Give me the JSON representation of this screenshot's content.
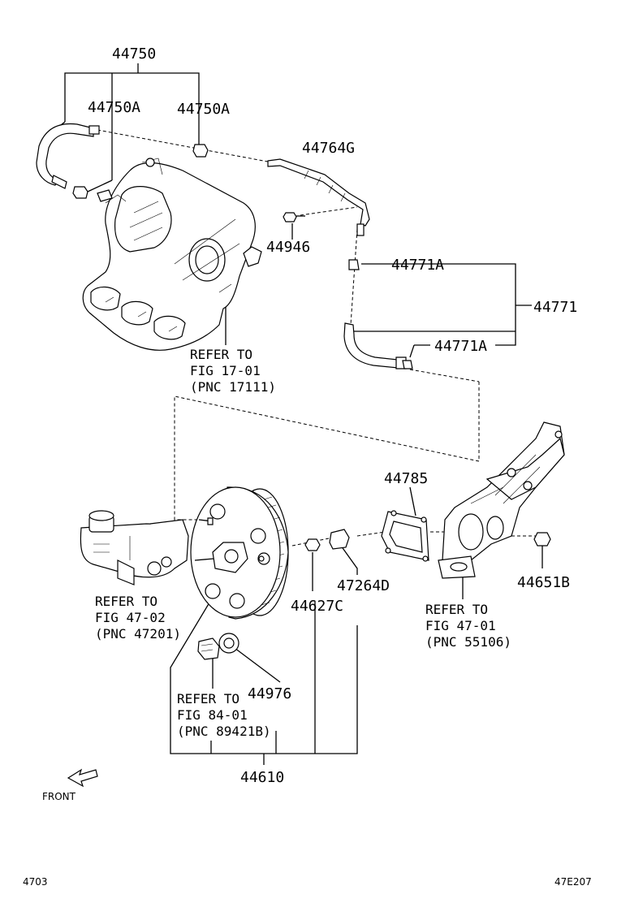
{
  "labels": {
    "p44750": "44750",
    "p44750A_1": "44750A",
    "p44750A_2": "44750A",
    "p44764G": "44764G",
    "p44946": "44946",
    "p44771A_1": "44771A",
    "p44771": "44771",
    "p44771A_2": "44771A",
    "p44785": "44785",
    "p47264D": "47264D",
    "p44627C": "44627C",
    "p44651B": "44651B",
    "p44976": "44976",
    "p44610": "44610"
  },
  "refs": {
    "manifold": [
      "REFER TO",
      "FIG 17-01",
      "(PNC 17111)"
    ],
    "master_cyl": [
      "REFER TO",
      "FIG 47-02",
      "(PNC 47201)"
    ],
    "pedal": [
      "REFER TO",
      "FIG 47-01",
      "(PNC 55106)"
    ],
    "sensor": [
      "REFER TO",
      "FIG 84-01",
      "(PNC 89421B)"
    ]
  },
  "front": "FRONT",
  "footer": {
    "left": "4703",
    "right": "47E207"
  },
  "icons": {
    "front_arrow": "front-arrow-icon"
  }
}
